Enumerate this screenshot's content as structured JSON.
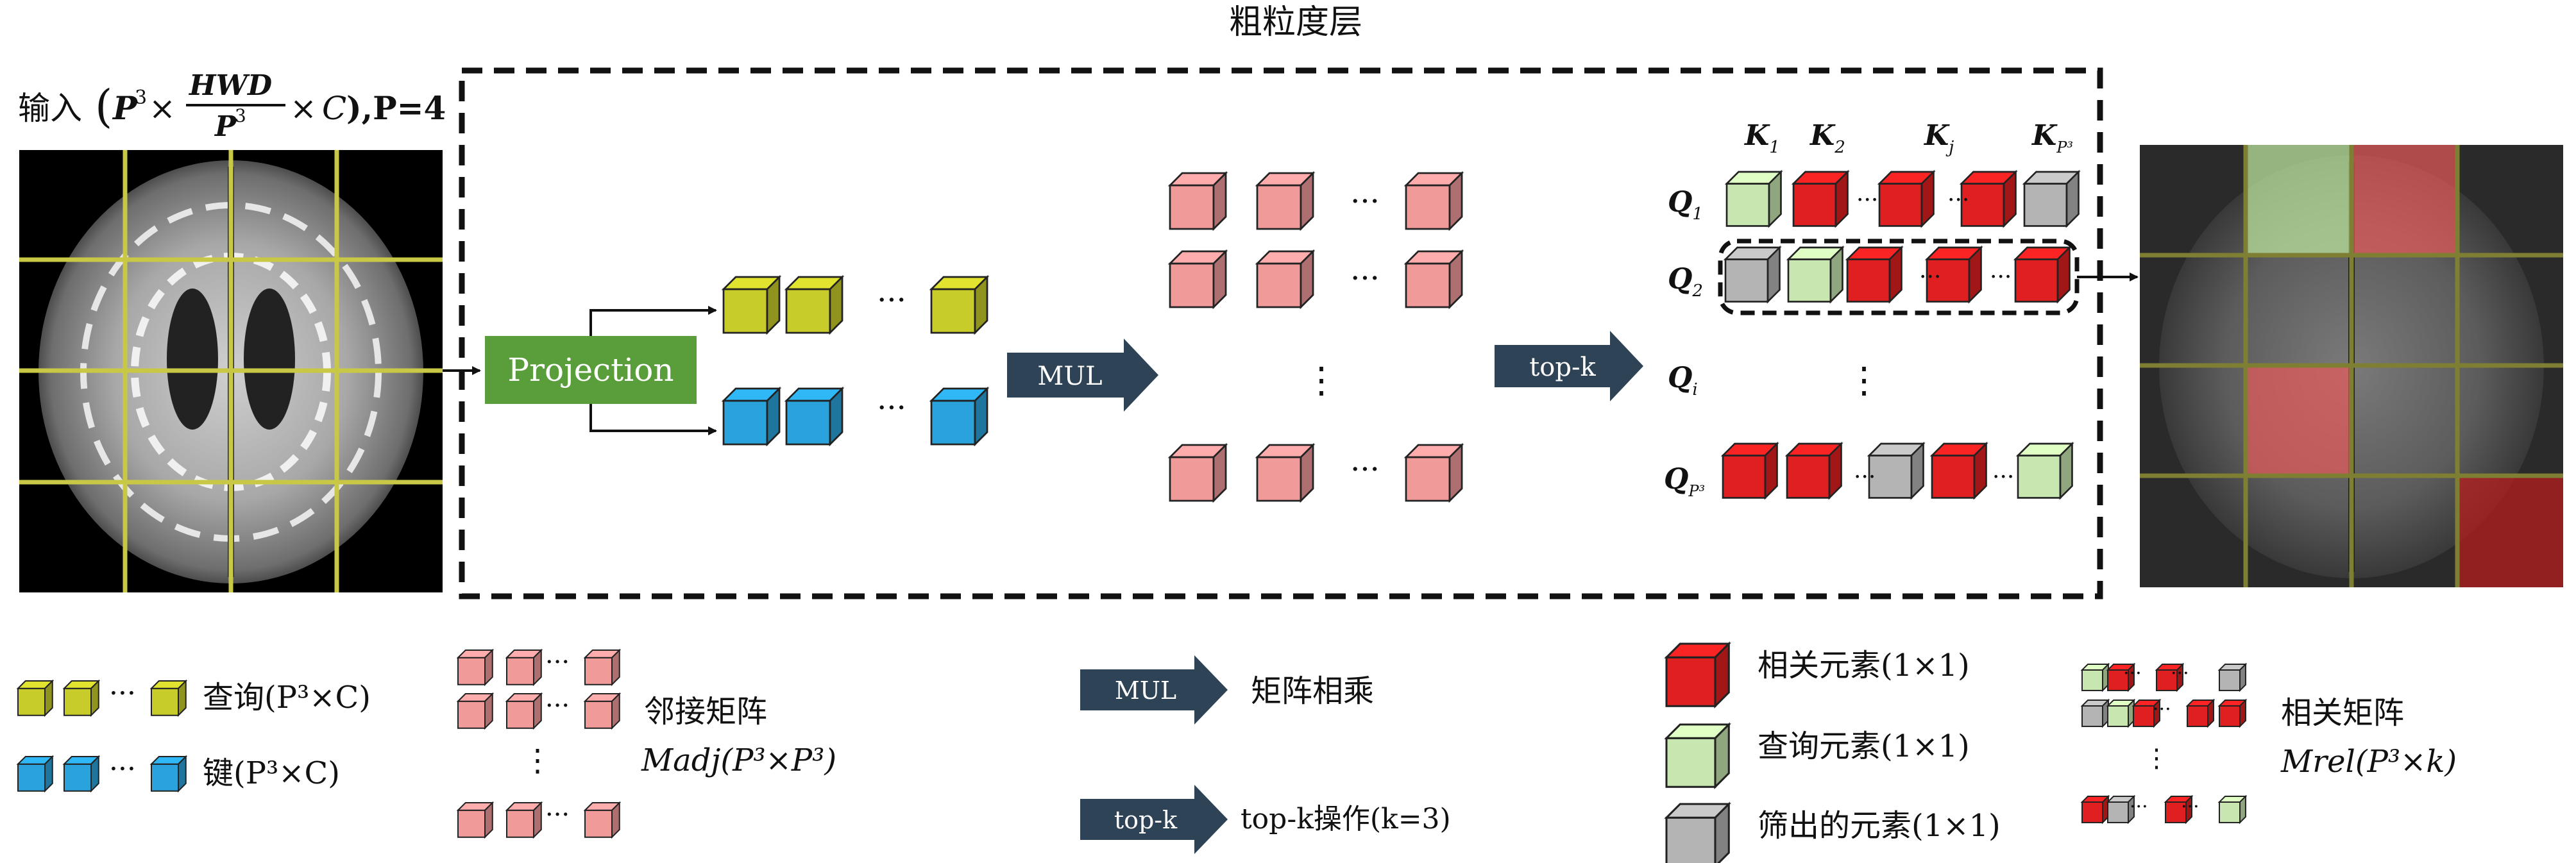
{
  "title": "粗粒度层",
  "input_label": {
    "prefix": "输入",
    "frac_num": "HWD",
    "frac_den": "P",
    "frac_den_exp": "3",
    "lead_var": "P",
    "lead_exp": "3",
    "times": "×",
    "chan": "C",
    "suffix": "),P=4"
  },
  "projection_label": "Projection",
  "mul_label": "MUL",
  "topk_label": "top-k",
  "ellipsis": "···",
  "vdots": "⋮",
  "k_labels": [
    "K1",
    "K2",
    "Kj",
    "KP3"
  ],
  "q_labels": [
    "Q1",
    "Q2",
    "Qi",
    "QP3"
  ],
  "legend": {
    "query": "查询(P³×C)",
    "key": "键(P³×C)",
    "adj_line1": "邻接矩阵",
    "adj_line2": "Madj(P³×P³)",
    "mul_desc": "矩阵相乘",
    "topk_desc": "top-k操作(k=3)",
    "rel_elem": "相关元素(1×1)",
    "query_elem": "查询元素(1×1)",
    "filtered_elem": "筛出的元素(1×1)",
    "rel_line1": "相关矩阵",
    "rel_line2": "Mrel(P³×k)"
  },
  "colors": {
    "query": "#c8cc2a",
    "key": "#2aa3dc",
    "adj": "#f09a9a",
    "relevant": "#e02020",
    "query_elem": "#c8e6b0",
    "filtered": "#b4b4b4",
    "arrow": "#2f4356",
    "projection": "#5a9e3c",
    "grid_line": "#c8c846"
  }
}
